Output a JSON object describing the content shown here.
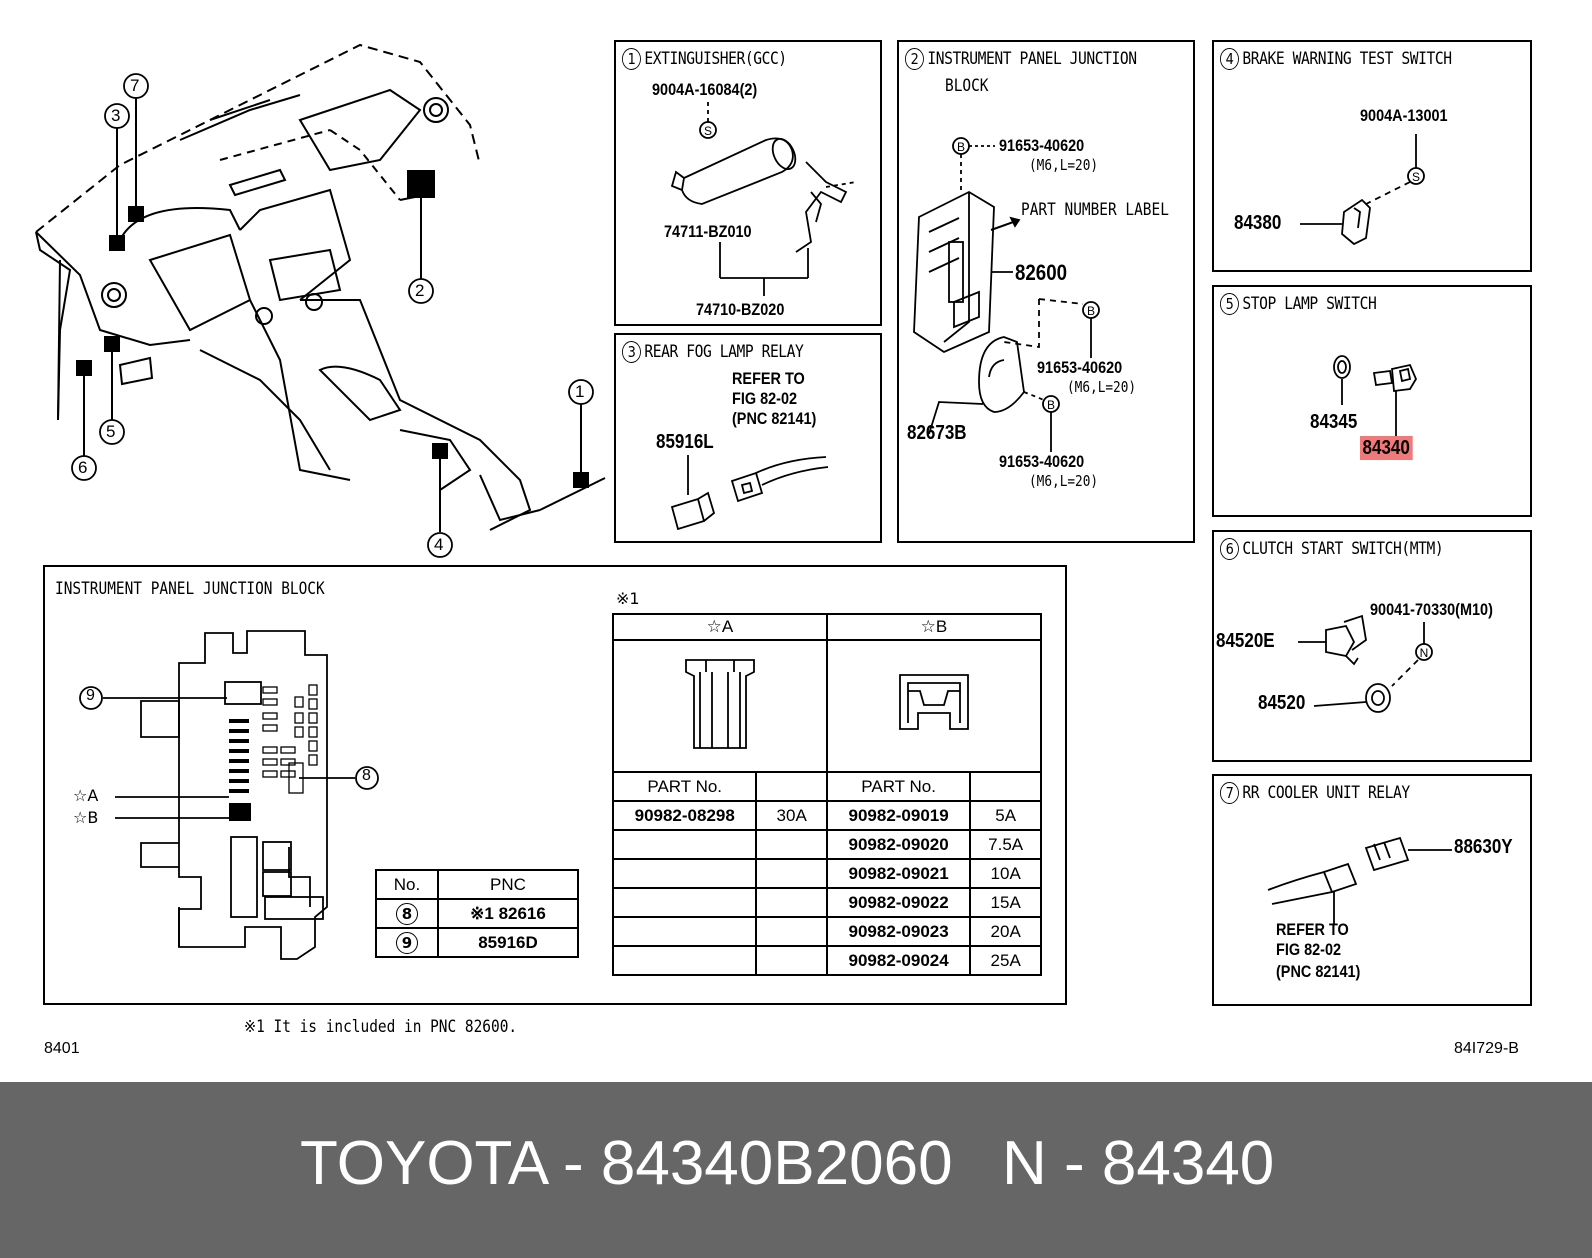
{
  "main_diagram": {
    "callouts": [
      "1",
      "2",
      "3",
      "4",
      "5",
      "6",
      "7"
    ]
  },
  "panel1": {
    "num": "1",
    "title": "EXTINGUISHER(GCC)",
    "parts": {
      "screw": "9004A-16084(2)",
      "a": "74711-BZ010",
      "b": "74710-BZ020"
    },
    "screw_letter": "S"
  },
  "panel2": {
    "num": "2",
    "title_line1": "INSTRUMENT PANEL JUNCTION",
    "title_line2": "BLOCK",
    "bolt_letter": "B",
    "bolt1": "91653-40620",
    "bolt1_spec": "(M6,L=20)",
    "label_note": "PART NUMBER LABEL",
    "block": "82600",
    "bolt2": "91653-40620",
    "bolt2_spec": "(M6,L=20)",
    "bracket": "82673B",
    "bolt3": "91653-40620",
    "bolt3_spec": "(M6,L=20)"
  },
  "panel3": {
    "num": "3",
    "title": "REAR FOG LAMP RELAY",
    "refer1": "REFER TO",
    "refer2": "FIG 82-02",
    "refer3": "(PNC 82141)",
    "part": "85916L"
  },
  "panel4": {
    "num": "4",
    "title": "BRAKE WARNING TEST SWITCH",
    "screw": "9004A-13001",
    "screw_letter": "S",
    "part": "84380"
  },
  "panel5": {
    "num": "5",
    "title": "STOP LAMP SWITCH",
    "nut": "84345",
    "part": "84340"
  },
  "panel6": {
    "num": "6",
    "title": "CLUTCH START SWITCH(MTM)",
    "bolt": "90041-70330(M10)",
    "bolt_letter": "N",
    "bracket": "84520E",
    "part": "84520"
  },
  "panel7": {
    "num": "7",
    "title": "RR COOLER UNIT RELAY",
    "part": "88630Y",
    "refer1": "REFER TO",
    "refer2": "FIG 82-02",
    "refer3": "(PNC 82141)"
  },
  "junction": {
    "title": "INSTRUMENT PANEL JUNCTION BLOCK",
    "call8": "8",
    "call9": "9",
    "star_a": "☆A",
    "star_b": "☆B",
    "pnc_table": {
      "h_no": "No.",
      "h_pnc": "PNC",
      "rows": [
        {
          "no": "8",
          "pnc": "※1 82616"
        },
        {
          "no": "9",
          "pnc": "85916D"
        }
      ]
    },
    "note_mark": "※1",
    "fuse_table": {
      "col_a": "☆A",
      "col_b": "☆B",
      "part_no": "PART No.",
      "a_rows": [
        {
          "part": "90982-08298",
          "amp": "30A"
        }
      ],
      "b_rows": [
        {
          "part": "90982-09019",
          "amp": "5A"
        },
        {
          "part": "90982-09020",
          "amp": "7.5A"
        },
        {
          "part": "90982-09021",
          "amp": "10A"
        },
        {
          "part": "90982-09022",
          "amp": "15A"
        },
        {
          "part": "90982-09023",
          "amp": "20A"
        },
        {
          "part": "90982-09024",
          "amp": "25A"
        }
      ]
    }
  },
  "footnote": "※1 It is included in PNC 82600.",
  "fig_left": "8401",
  "fig_right": "84I729-B",
  "footer": {
    "brand_part": "TOYOTA - 84340B2060",
    "pnc": "N - 84340"
  },
  "colors": {
    "highlight": "#f07a7a",
    "footer_bg": "#666666",
    "footer_text": "#ffffff"
  }
}
